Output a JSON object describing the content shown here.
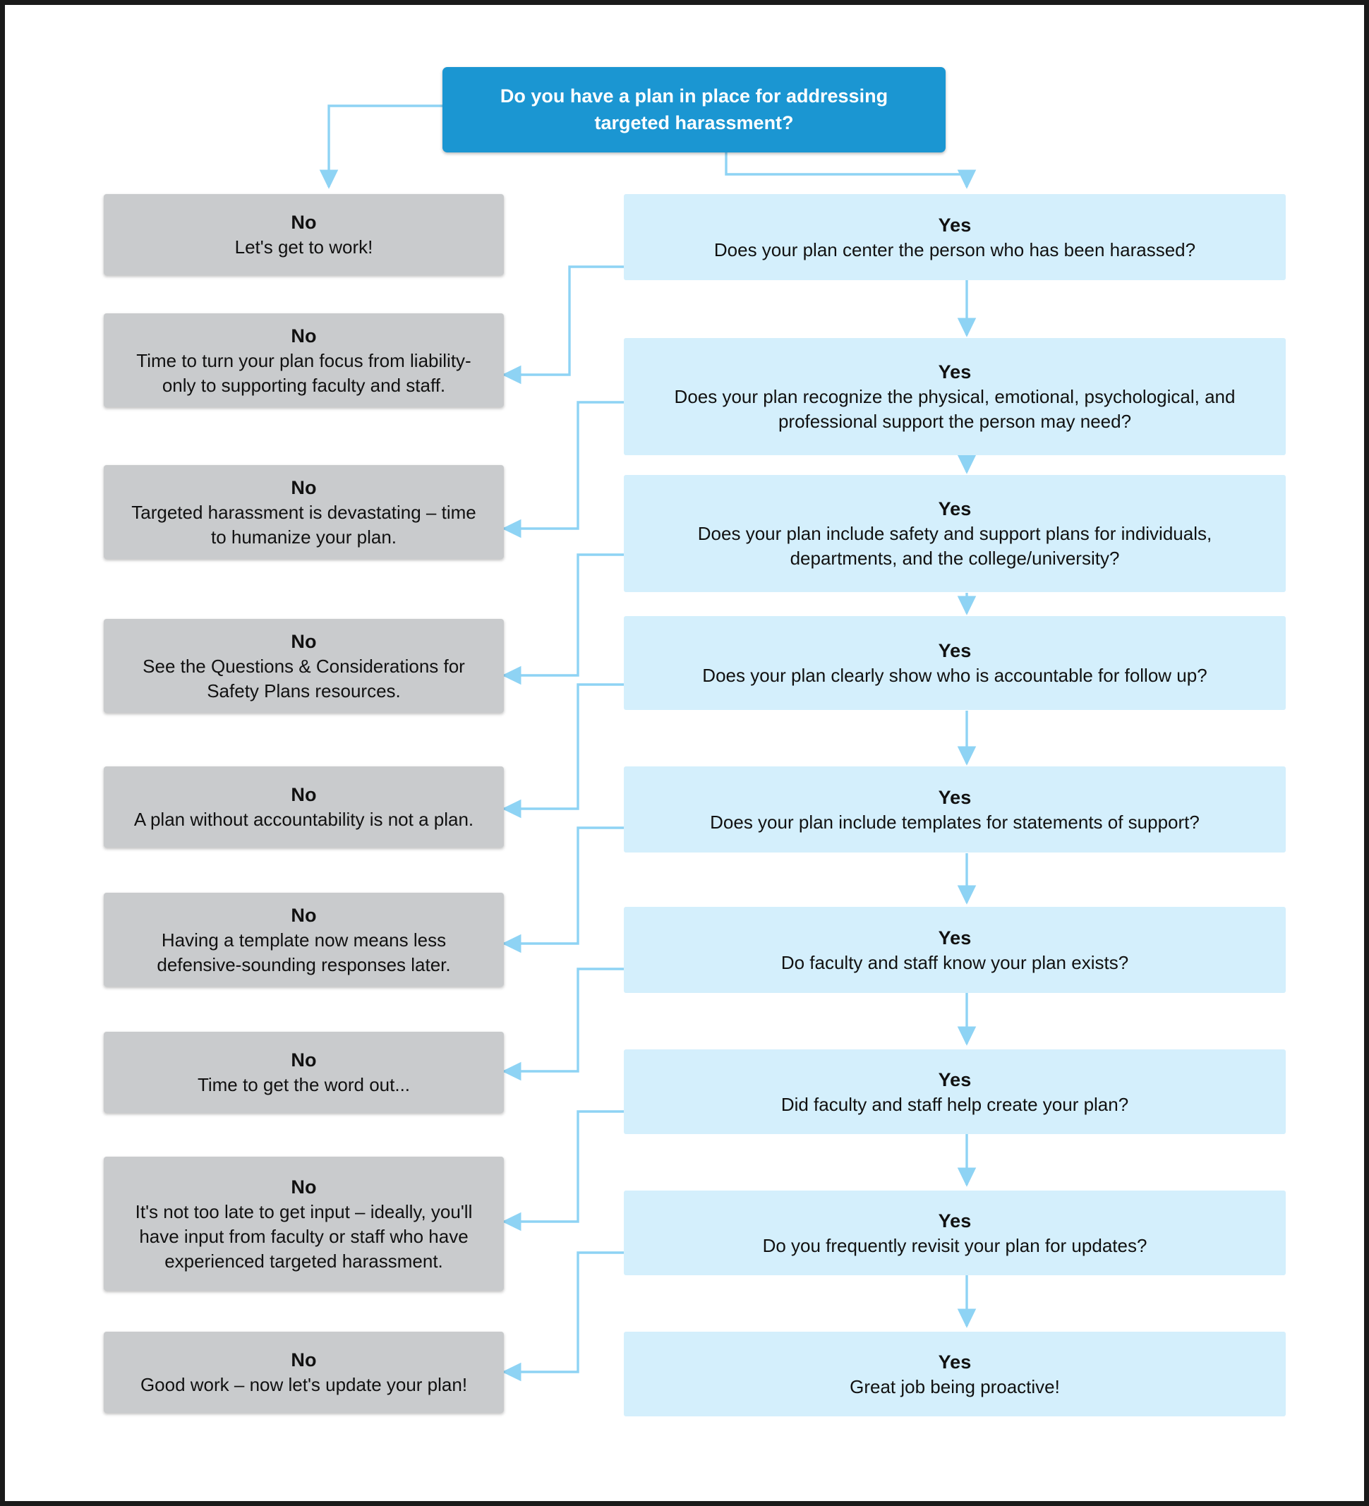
{
  "meta": {
    "title": "Targeted harassment plan readiness flowchart",
    "colors": {
      "start_box": "#1b96d2",
      "no_box": "#c9cbcd",
      "yes_box": "#d4effc",
      "connector": "#8ed3f4",
      "text": "#111111",
      "start_text": "#ffffff",
      "page_border": "#1a1a1a"
    }
  },
  "start": {
    "label": "Do you have a plan in place for addressing targeted harassment?"
  },
  "labels": {
    "no": "No",
    "yes": "Yes"
  },
  "no_branch": [
    {
      "branch": "No",
      "body": "Let's get to work!"
    },
    {
      "branch": "No",
      "body": "Time to turn your plan focus from liability-only to supporting faculty and staff."
    },
    {
      "branch": "No",
      "body": "Targeted harassment is devastating – time to humanize your plan."
    },
    {
      "branch": "No",
      "body": "See the Questions & Considerations for Safety Plans resources."
    },
    {
      "branch": "No",
      "body": "A plan without accountability is not a plan."
    },
    {
      "branch": "No",
      "body": "Having a template now means less defensive-sounding responses later."
    },
    {
      "branch": "No",
      "body": "Time to get the word out..."
    },
    {
      "branch": "No",
      "body": "It's not too late to get input – ideally, you'll have input from faculty or staff who have experienced targeted harassment."
    },
    {
      "branch": "No",
      "body": "Good work – now let's update your plan!"
    }
  ],
  "yes_branch": [
    {
      "branch": "Yes",
      "body": "Does your plan center the person who has been harassed?"
    },
    {
      "branch": "Yes",
      "body": "Does your plan recognize the physical, emotional, psychological, and professional support the person may need?"
    },
    {
      "branch": "Yes",
      "body": "Does your plan include safety and support plans for individuals, departments, and the college/university?"
    },
    {
      "branch": "Yes",
      "body": "Does your plan clearly show who is accountable for follow up?"
    },
    {
      "branch": "Yes",
      "body": "Does your plan include templates for statements of support?"
    },
    {
      "branch": "Yes",
      "body": "Do faculty and staff know your plan exists?"
    },
    {
      "branch": "Yes",
      "body": "Did faculty and staff help create your plan?"
    },
    {
      "branch": "Yes",
      "body": "Do you frequently revisit your plan for updates?"
    },
    {
      "branch": "Yes",
      "body": "Great job being proactive!"
    }
  ]
}
